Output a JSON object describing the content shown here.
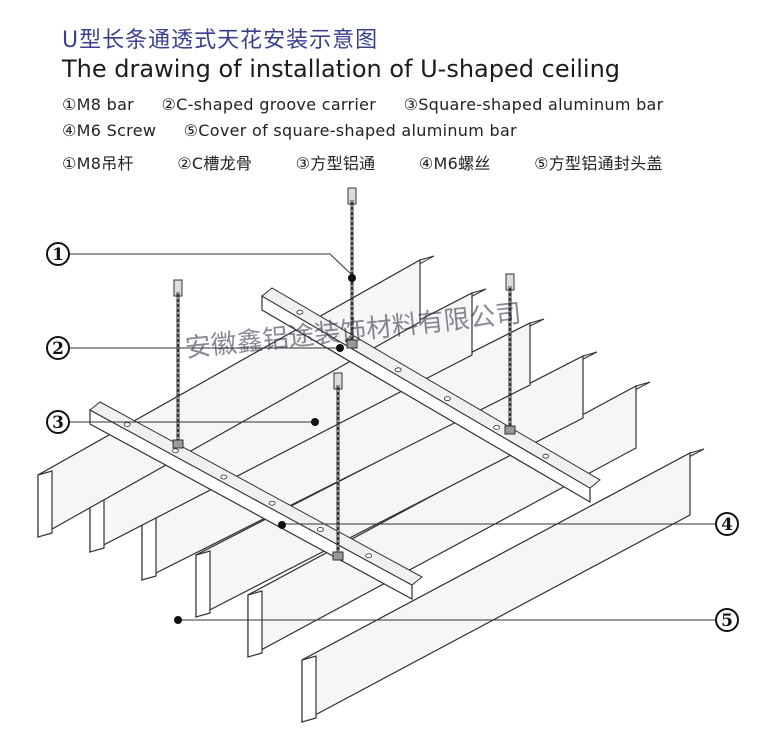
{
  "title_cn": "U型长条通透式天花安装示意图",
  "title_en": "The drawing of installation of U-shaped ceiling",
  "legend_en_1": [
    "①M8 bar",
    "②C-shaped groove carrier",
    "③Square-shaped aluminum bar"
  ],
  "legend_en_2": [
    "④M6 Screw",
    "⑤Cover of square-shaped aluminum bar"
  ],
  "legend_cn": [
    "①M8吊杆",
    "②C槽龙骨",
    "③方型铝通",
    "④M6螺丝",
    "⑤方型铝通封头盖"
  ],
  "callouts": [
    "1",
    "2",
    "3",
    "4",
    "5"
  ],
  "watermark": "安徽鑫铝途装饰材料有限公司",
  "colors": {
    "title_cn": "#3a3f8f",
    "line": "#333333",
    "fill": "#f6f6f6"
  }
}
